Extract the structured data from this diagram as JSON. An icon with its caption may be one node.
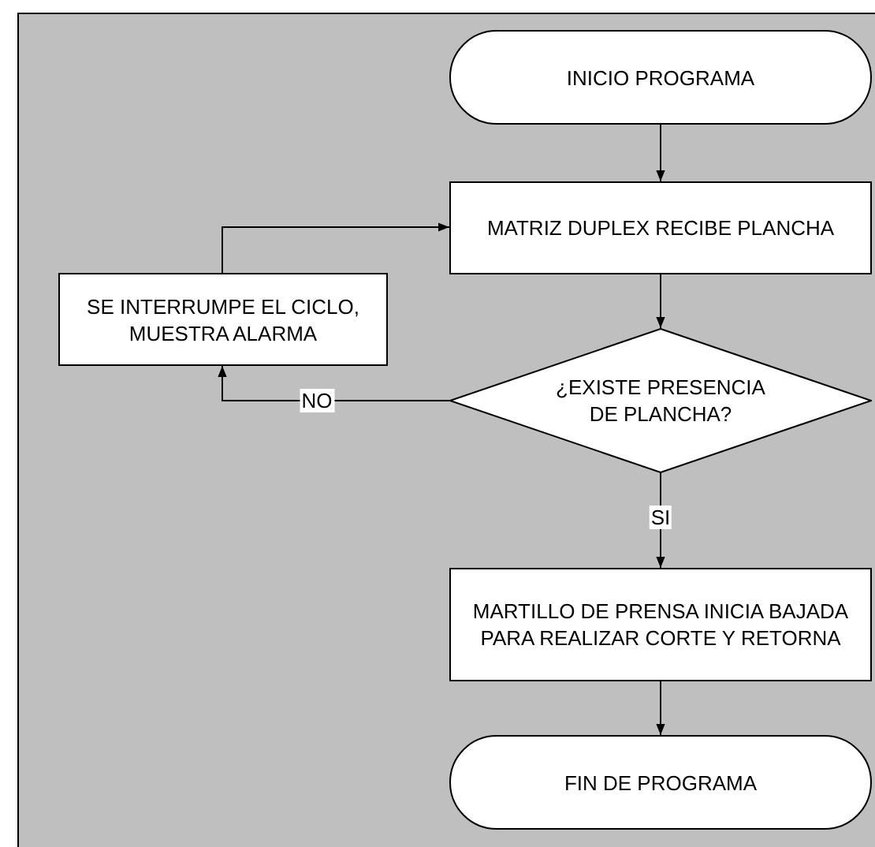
{
  "diagram": {
    "nodes": [
      {
        "text": [
          "INICIO PROGRAMA"
        ]
      },
      {
        "text": [
          "MATRIZ DUPLEX RECIBE PLANCHA"
        ]
      },
      {
        "text": [
          "SE INTERRUMPE EL CICLO, MUESTRA ALARMA"
        ]
      },
      {
        "text": [
          "¿EXISTE PRESENCIA DE PLANCHA?"
        ]
      },
      {
        "text": [
          "MARTILLO DE PRENSA INICIA BAJADA PARA REALIZAR CORTE Y RETORNA"
        ]
      },
      {
        "text": [
          "FIN DE PROGRAMA"
        ]
      }
    ],
    "edges": [
      {
        "from": 0,
        "to": 1,
        "arrow": "to"
      },
      {
        "from": 1,
        "to": 3,
        "arrow": "to"
      },
      {
        "from": 3,
        "to": 2,
        "arrow": "to",
        "label": "NO"
      },
      {
        "from": 2,
        "to": 1,
        "arrow": "to"
      },
      {
        "from": 3,
        "to": 4,
        "arrow": "to",
        "label": "SI"
      },
      {
        "from": 4,
        "to": 5,
        "arrow": "to"
      }
    ]
  }
}
